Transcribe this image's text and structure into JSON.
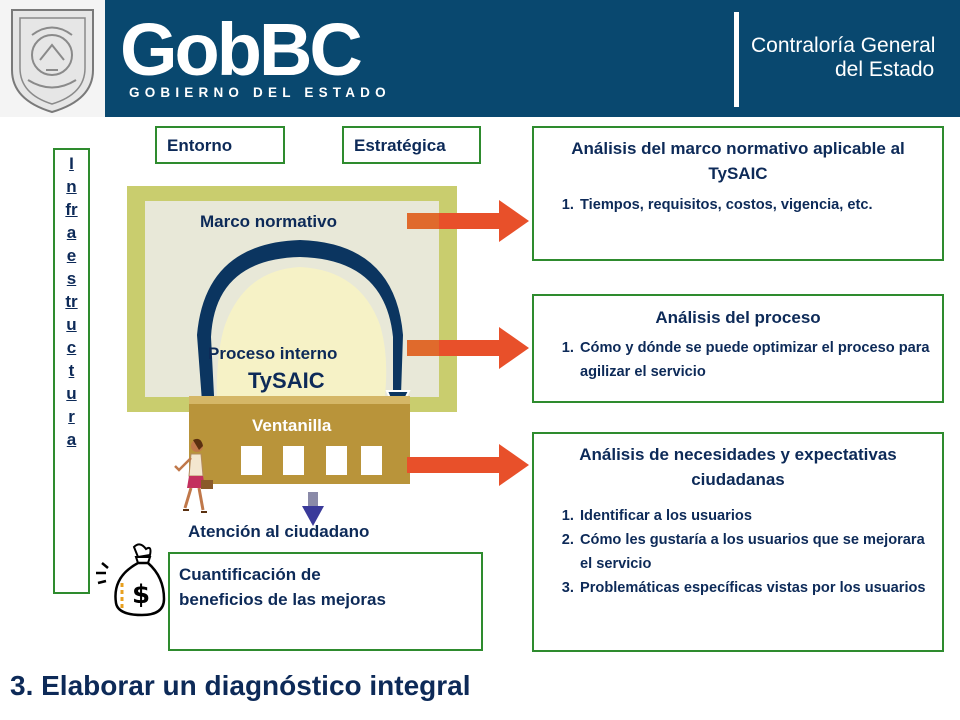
{
  "header": {
    "brand": "GobBC",
    "brand_sub": "GOBIERNO DEL ESTADO",
    "org_line1": "Contraloría General",
    "org_line2": "del Estado",
    "bg_color": "#09486f"
  },
  "labels": {
    "entorno": "Entorno",
    "estrategica": "Estratégica",
    "infraestructura": "I\nn\nfr\na\ne\ns\ntr\nu\nc\nt\nu\nr\na",
    "marco_normativo": "Marco normativo",
    "proceso_interno": "Proceso interno",
    "tysaic": "TySAIC",
    "ventanilla": "Ventanilla",
    "atencion": "Atención al ciudadano"
  },
  "boxes": {
    "marco": {
      "title": "Análisis del marco normativo aplicable al TySAIC",
      "items": [
        "Tiempos, requisitos, costos, vigencia, etc."
      ]
    },
    "proceso": {
      "title": "Análisis del proceso",
      "items": [
        "Cómo y dónde se puede optimizar el proceso para agilizar el servicio"
      ]
    },
    "necesidades": {
      "title": "Análisis de necesidades y expectativas ciudadanas",
      "items": [
        "Identificar a los usuarios",
        "Cómo les gustaría a los usuarios que  se mejorara el servicio",
        "Problemáticas específicas vistas por los  usuarios"
      ]
    },
    "beneficios": {
      "line1": "Cuantificación de",
      "line2": "beneficios de las mejoras"
    }
  },
  "footer_title": "3. Elaborar un diagnóstico integral",
  "colors": {
    "text": "#0d2a58",
    "box_border": "#2e8b2e",
    "arrow": "#e8502a",
    "frame": "#c9cd6e",
    "ventanilla": "#b9943a",
    "arc": "#0b3560"
  }
}
